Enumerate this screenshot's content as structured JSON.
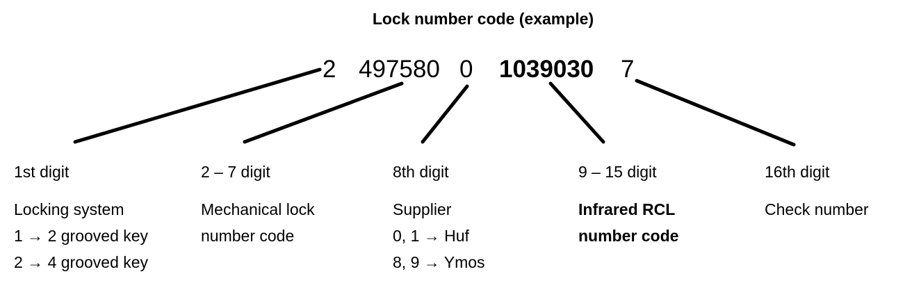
{
  "title": "Lock number code (example)",
  "code": {
    "segments": [
      "2",
      "497580",
      "0",
      "1039030",
      "7"
    ]
  },
  "columns": [
    {
      "heading": "1st digit",
      "lines": [
        "Locking system",
        "1 → 2 grooved key",
        "2 → 4 grooved key"
      ]
    },
    {
      "heading": "2 – 7 digit",
      "lines": [
        "Mechanical lock",
        "number code"
      ]
    },
    {
      "heading": "8th digit",
      "lines": [
        "Supplier",
        "0, 1 → Huf",
        "8, 9 → Ymos"
      ]
    },
    {
      "heading": "9 – 15 digit",
      "lines": [
        "Infrared RCL",
        "number code"
      ]
    },
    {
      "heading": "16th digit",
      "lines": [
        "Check number"
      ]
    }
  ]
}
